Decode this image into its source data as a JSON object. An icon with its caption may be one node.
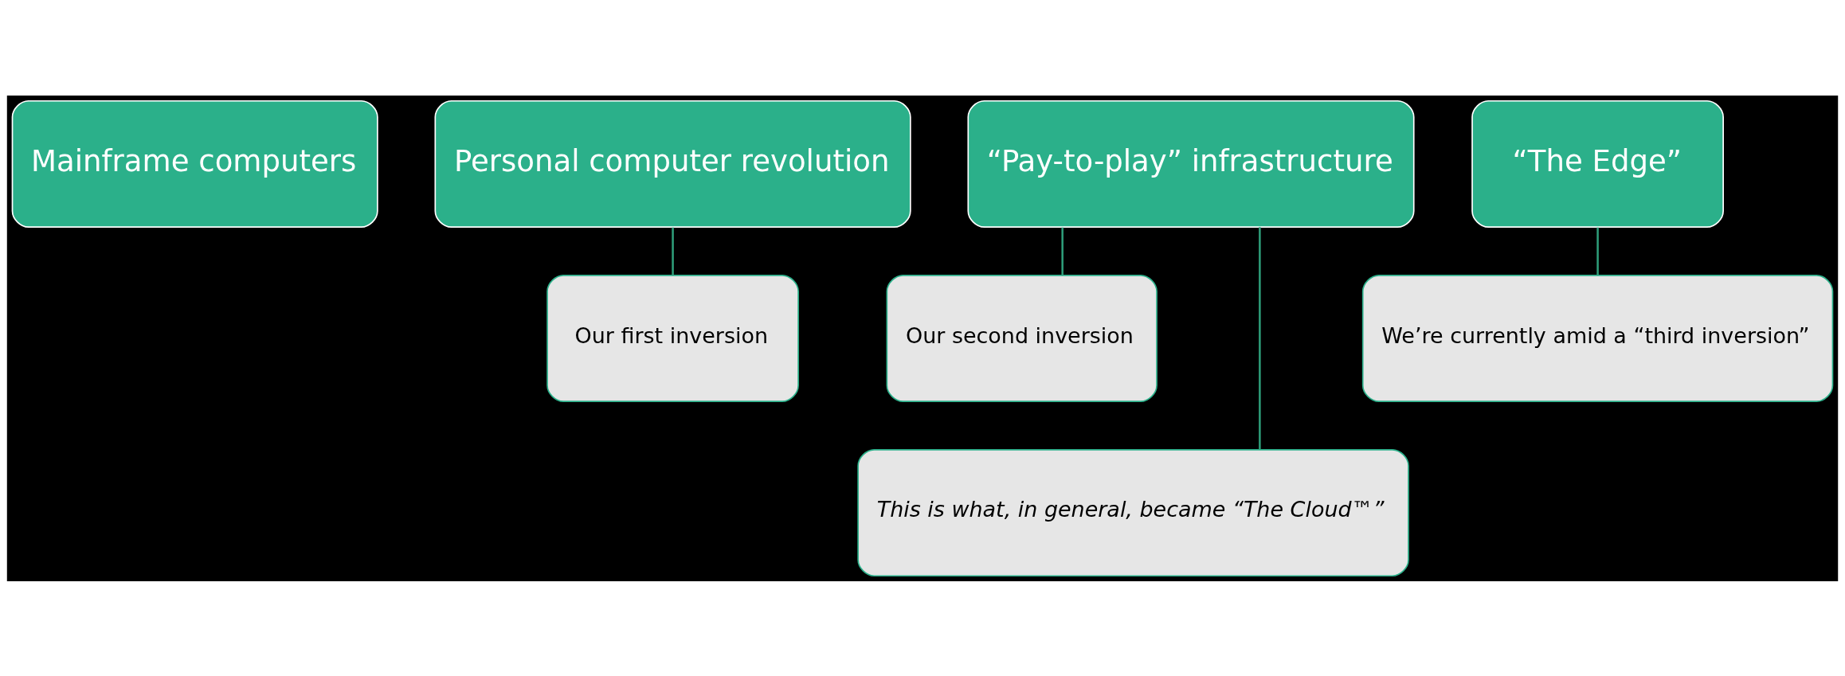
{
  "diagram": {
    "nodes": [
      {
        "text": [
          "Mainframe computers"
        ]
      },
      {
        "text": [
          "Personal computer revolution"
        ]
      },
      {
        "text": [
          "Our first inversion"
        ]
      },
      {
        "text": [
          "“Pay-to-play” infrastructure"
        ]
      },
      {
        "text": [
          "Our second inversion"
        ]
      },
      {
        "text": [
          "This is what, in general, became “The Cloud™”"
        ]
      },
      {
        "text": [
          "“The Edge”"
        ]
      },
      {
        "text": [
          "We’re currently amid a “third inversion”"
        ]
      }
    ],
    "edges": [
      {
        "from": 1,
        "to": 2,
        "arrow": "none"
      },
      {
        "from": 3,
        "to": 4,
        "arrow": "none"
      },
      {
        "from": 3,
        "to": 5,
        "arrow": "none"
      },
      {
        "from": 6,
        "to": 7,
        "arrow": "none"
      }
    ]
  }
}
